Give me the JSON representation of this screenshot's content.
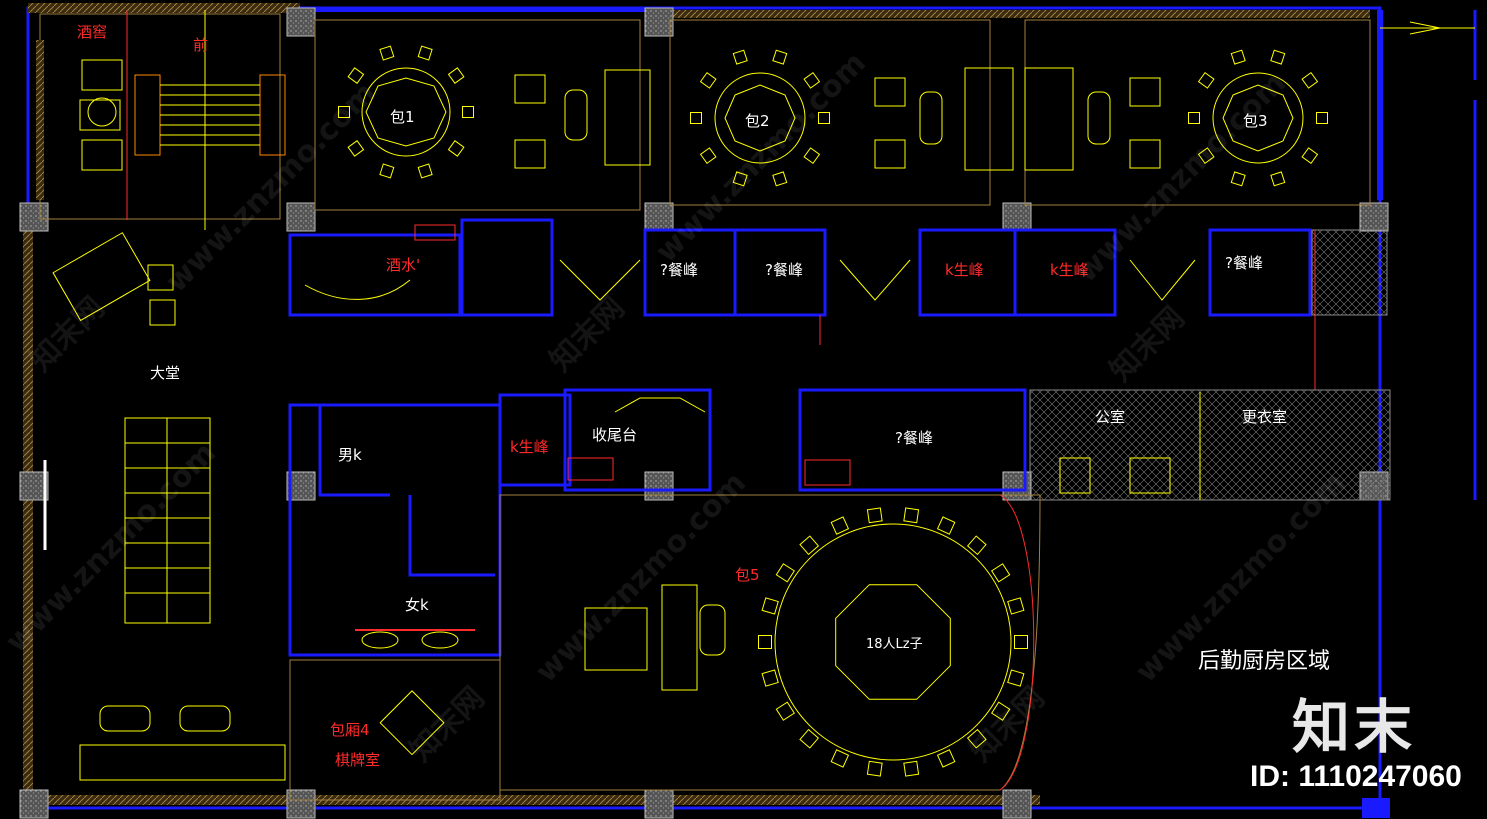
{
  "rooms": {
    "wine_cellar": "酒窖",
    "front": "前",
    "private_1": "包1",
    "private_2": "包2",
    "private_3": "包3",
    "wine_water": "酒水'",
    "pantry_a": "?餐峰",
    "pantry_b": "?餐峰",
    "washroom_a": "k生峰",
    "washroom_b": "k生峰",
    "pantry_c": "?餐峰",
    "lobby": "大堂",
    "mens": "男k",
    "washroom_c": "k生峰",
    "cashier": "收尾台",
    "pantry_d": "?餐峰",
    "office": "公室",
    "locker": "更衣室",
    "private_5": "包5",
    "womens": "女k",
    "private_4": "包厢4",
    "mahjong": "棋牌室",
    "big_table": "18人Lz子",
    "kitchen_zone": "后勤厨房区域"
  },
  "watermark": {
    "brand": "知末",
    "id": "ID: 1110247060",
    "url": "www.znzmo.com",
    "site": "知末网"
  },
  "colors": {
    "wall_blue": "#1a1aff",
    "furniture": "#ffff00",
    "door_red": "#ff2a2a",
    "column_gray": "#888888",
    "wall_hatch": "#a08040",
    "background": "#000000"
  }
}
